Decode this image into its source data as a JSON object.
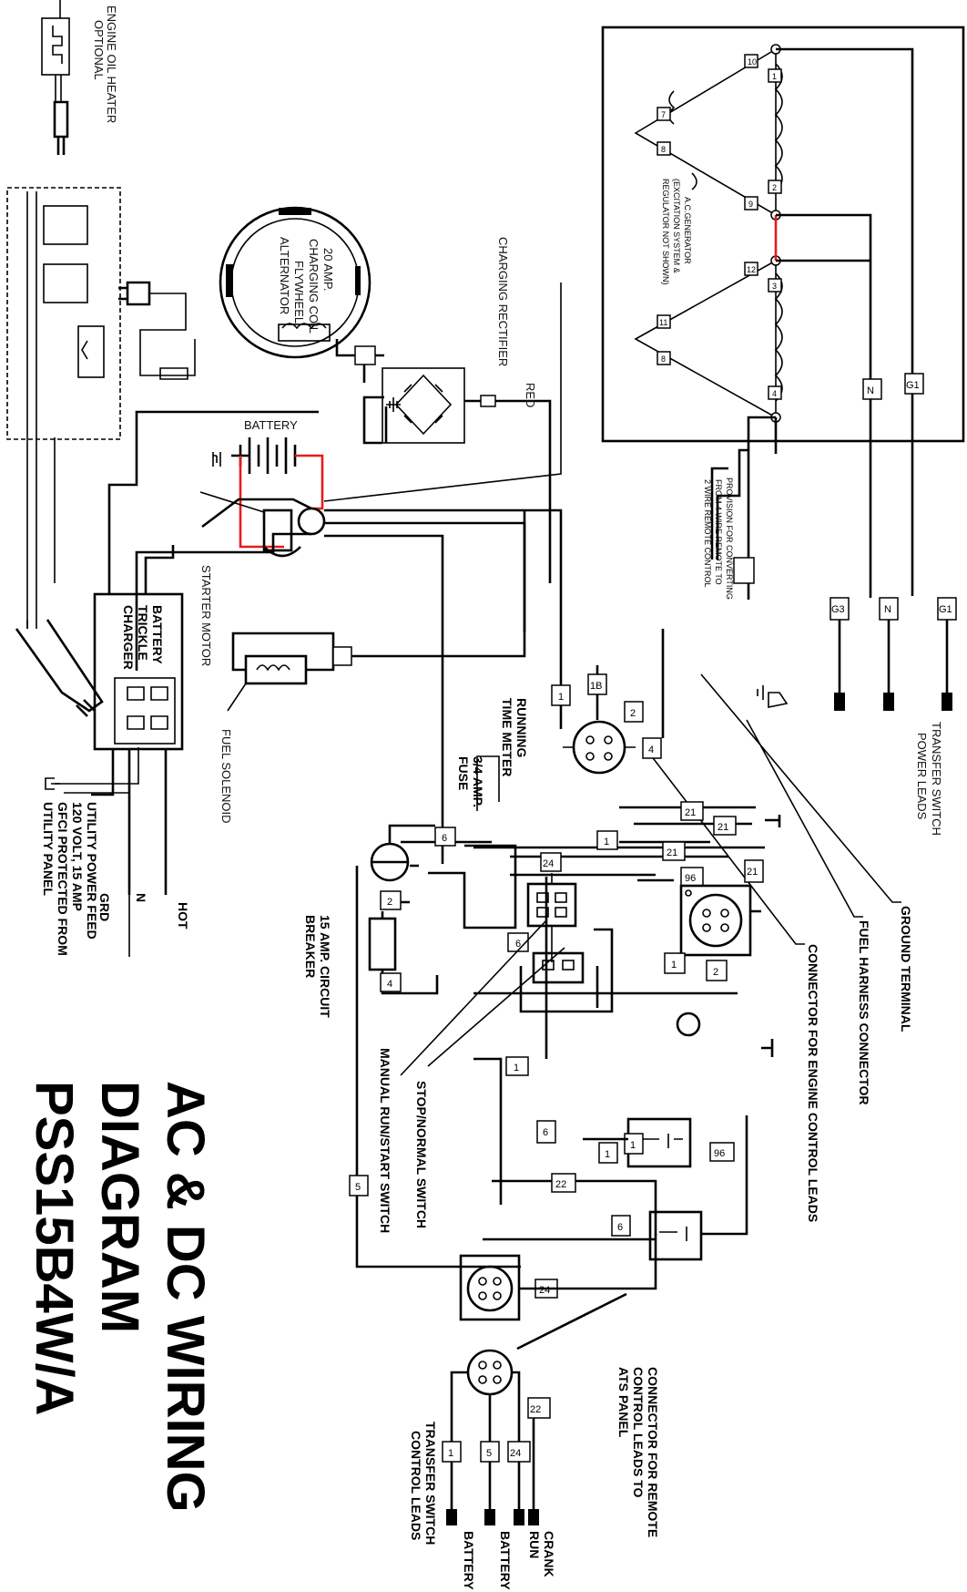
{
  "title": {
    "line1": "AC & DC WIRING",
    "line2": "DIAGRAM",
    "line3": "PSS15B4W/A"
  },
  "labels": {
    "engine_oil_heater": "ENGINE OIL HEATER",
    "optional": "OPTIONAL",
    "amp_20": "20 AMP.",
    "charging_coil": "CHARGING COIL",
    "flywheel": "FLYWHEEL",
    "alternator": "ALTERNATOR",
    "charging_rectifier": "CHARGING RECTIFIER",
    "red": "RED",
    "battery": "BATTERY",
    "starter_motor": "STARTER MOTOR",
    "fuel_solenoid": "FUEL SOLENOID",
    "battery_trickle_charger_1": "BATTERY",
    "battery_trickle_charger_2": "TRICKLE",
    "battery_trickle_charger_3": "CHARGER",
    "hot": "HOT",
    "n": "N",
    "grd": "GRD",
    "utility_1": "UTILITY POWER FEED",
    "utility_2": "120 VOLT, 15 AMP",
    "utility_3": "GFCI PROTECTED FROM",
    "utility_4": "UTILITY PANEL",
    "running_time_meter_1": "RUNNING",
    "running_time_meter_2": "TIME METER",
    "fuse_1": "3/4 AMP.",
    "fuse_2": "FUSE",
    "breaker_1": "15 AMP. CIRCUIT",
    "breaker_2": "BREAKER",
    "manual_switch": "MANUAL RUN/START SWITCH",
    "stop_switch": "STOP/NORMAL SWITCH",
    "ac_gen_1": "A.C.GENERATOR",
    "ac_gen_2": "(EXCITATION SYSTEM &",
    "ac_gen_3": "REGULATOR NOT SHOWN)",
    "provision_1": "PROVISION FOR CONVERTING",
    "provision_2": "FROM 4 WIRE REMOTE TO",
    "provision_3": "2 WIRE REMOTE CONTROL",
    "ts_power_1": "TRANSFER SWITCH",
    "ts_power_2": "POWER LEADS",
    "ground_terminal": "GROUND TERMINAL",
    "fuel_harness": "FUEL HARNESS CONNECTOR",
    "engine_control": "CONNECTOR FOR ENGINE CONTROL LEADS",
    "remote_1": "CONNECTOR FOR REMOTE",
    "remote_2": "CONTROL LEADS TO",
    "remote_3": "ATS PANEL",
    "ts_control_1": "TRANSFER SWITCH",
    "ts_control_2": "CONTROL LEADS",
    "crank_1": "CRANK",
    "crank_2": "RUN",
    "battery_plus": "BATTERY +",
    "battery_minus": "BATTERY –"
  },
  "wire_tags": {
    "g3": "G3",
    "n": "N",
    "g1": "G1",
    "t1": "1",
    "t2": "2",
    "t4": "4",
    "t5": "5",
    "t6": "6",
    "t21": "21",
    "t22": "22",
    "t24": "24",
    "t96": "96",
    "t1b": "1B",
    "t9": "9",
    "t7": "7",
    "t8": "8",
    "t11": "11",
    "t12": "12",
    "t3": "3",
    "t10": "10"
  },
  "colors": {
    "wire": "#000000",
    "battery_cable": "#e41c1c",
    "background": "#ffffff"
  }
}
